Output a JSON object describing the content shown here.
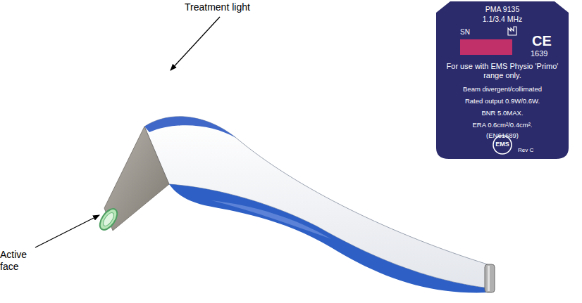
{
  "diagram": {
    "nodes": [
      {
        "text": [
          "PMA 9135",
          "1.1/3.4 MHz",
          "SN",
          "CE",
          "1639",
          "For use with EMS Physio 'Primo' range only.",
          "Beam divergent/collimated",
          "Rated output 0.9W/0.6W.",
          "BNR 5.0MAX.",
          "ERA 0.6cm²/0.4cm².",
          "(EN61689)",
          "EMS",
          "Rev C"
        ]
      }
    ],
    "labels": [
      "Treatment light",
      "Active face"
    ]
  }
}
